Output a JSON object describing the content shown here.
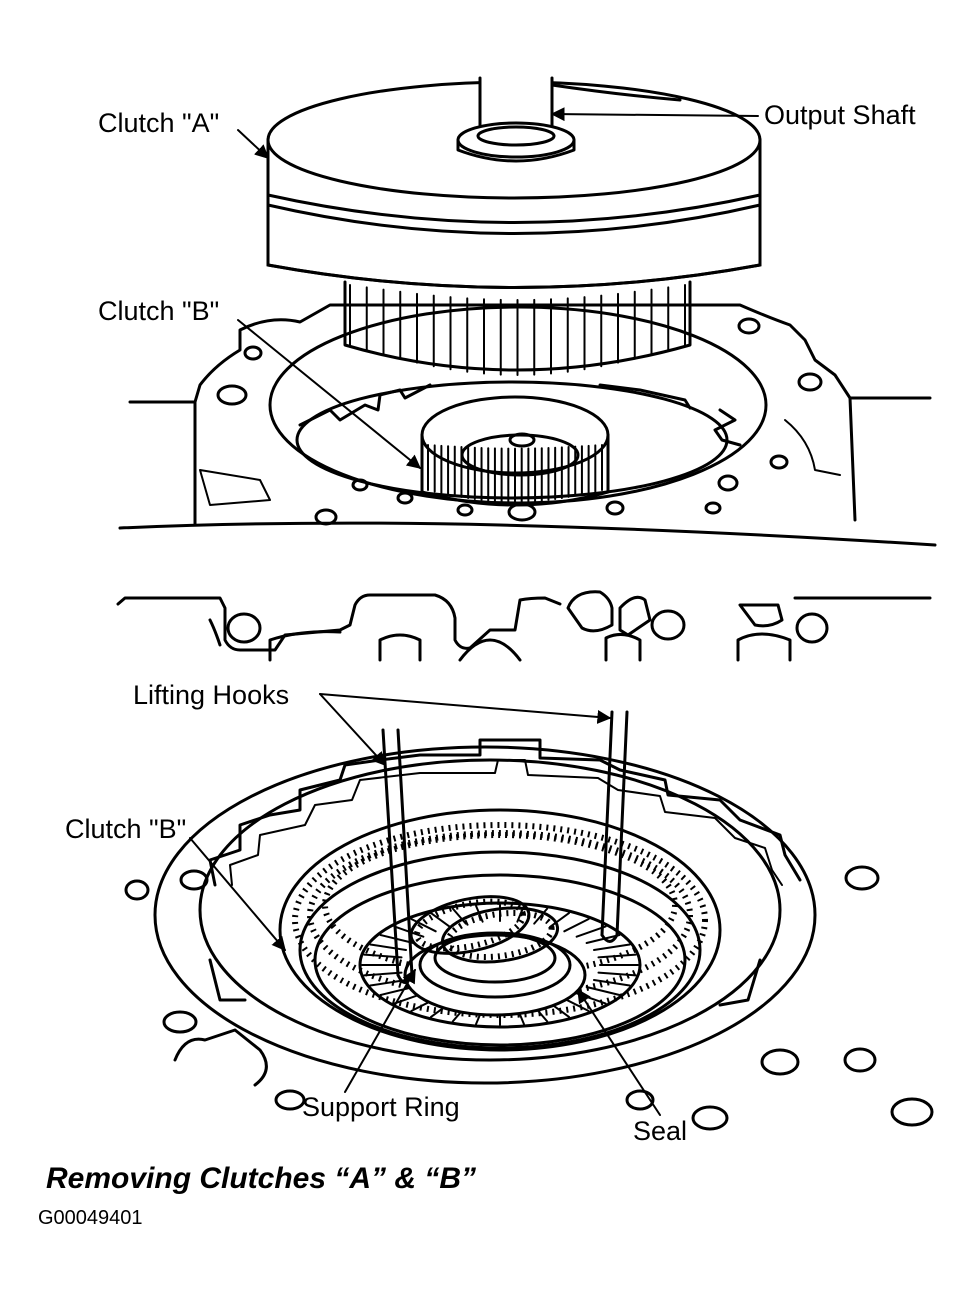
{
  "title": "Removing Clutches “A” & “B”",
  "figure_id": "G00049401",
  "labels": {
    "clutch_a": "Clutch \"A\"",
    "output_shaft": "Output Shaft",
    "clutch_b_top": "Clutch \"B\"",
    "lifting_hooks": "Lifting Hooks",
    "clutch_b_bottom": "Clutch \"B\"",
    "support_ring": "Support Ring",
    "seal": "Seal"
  }
}
